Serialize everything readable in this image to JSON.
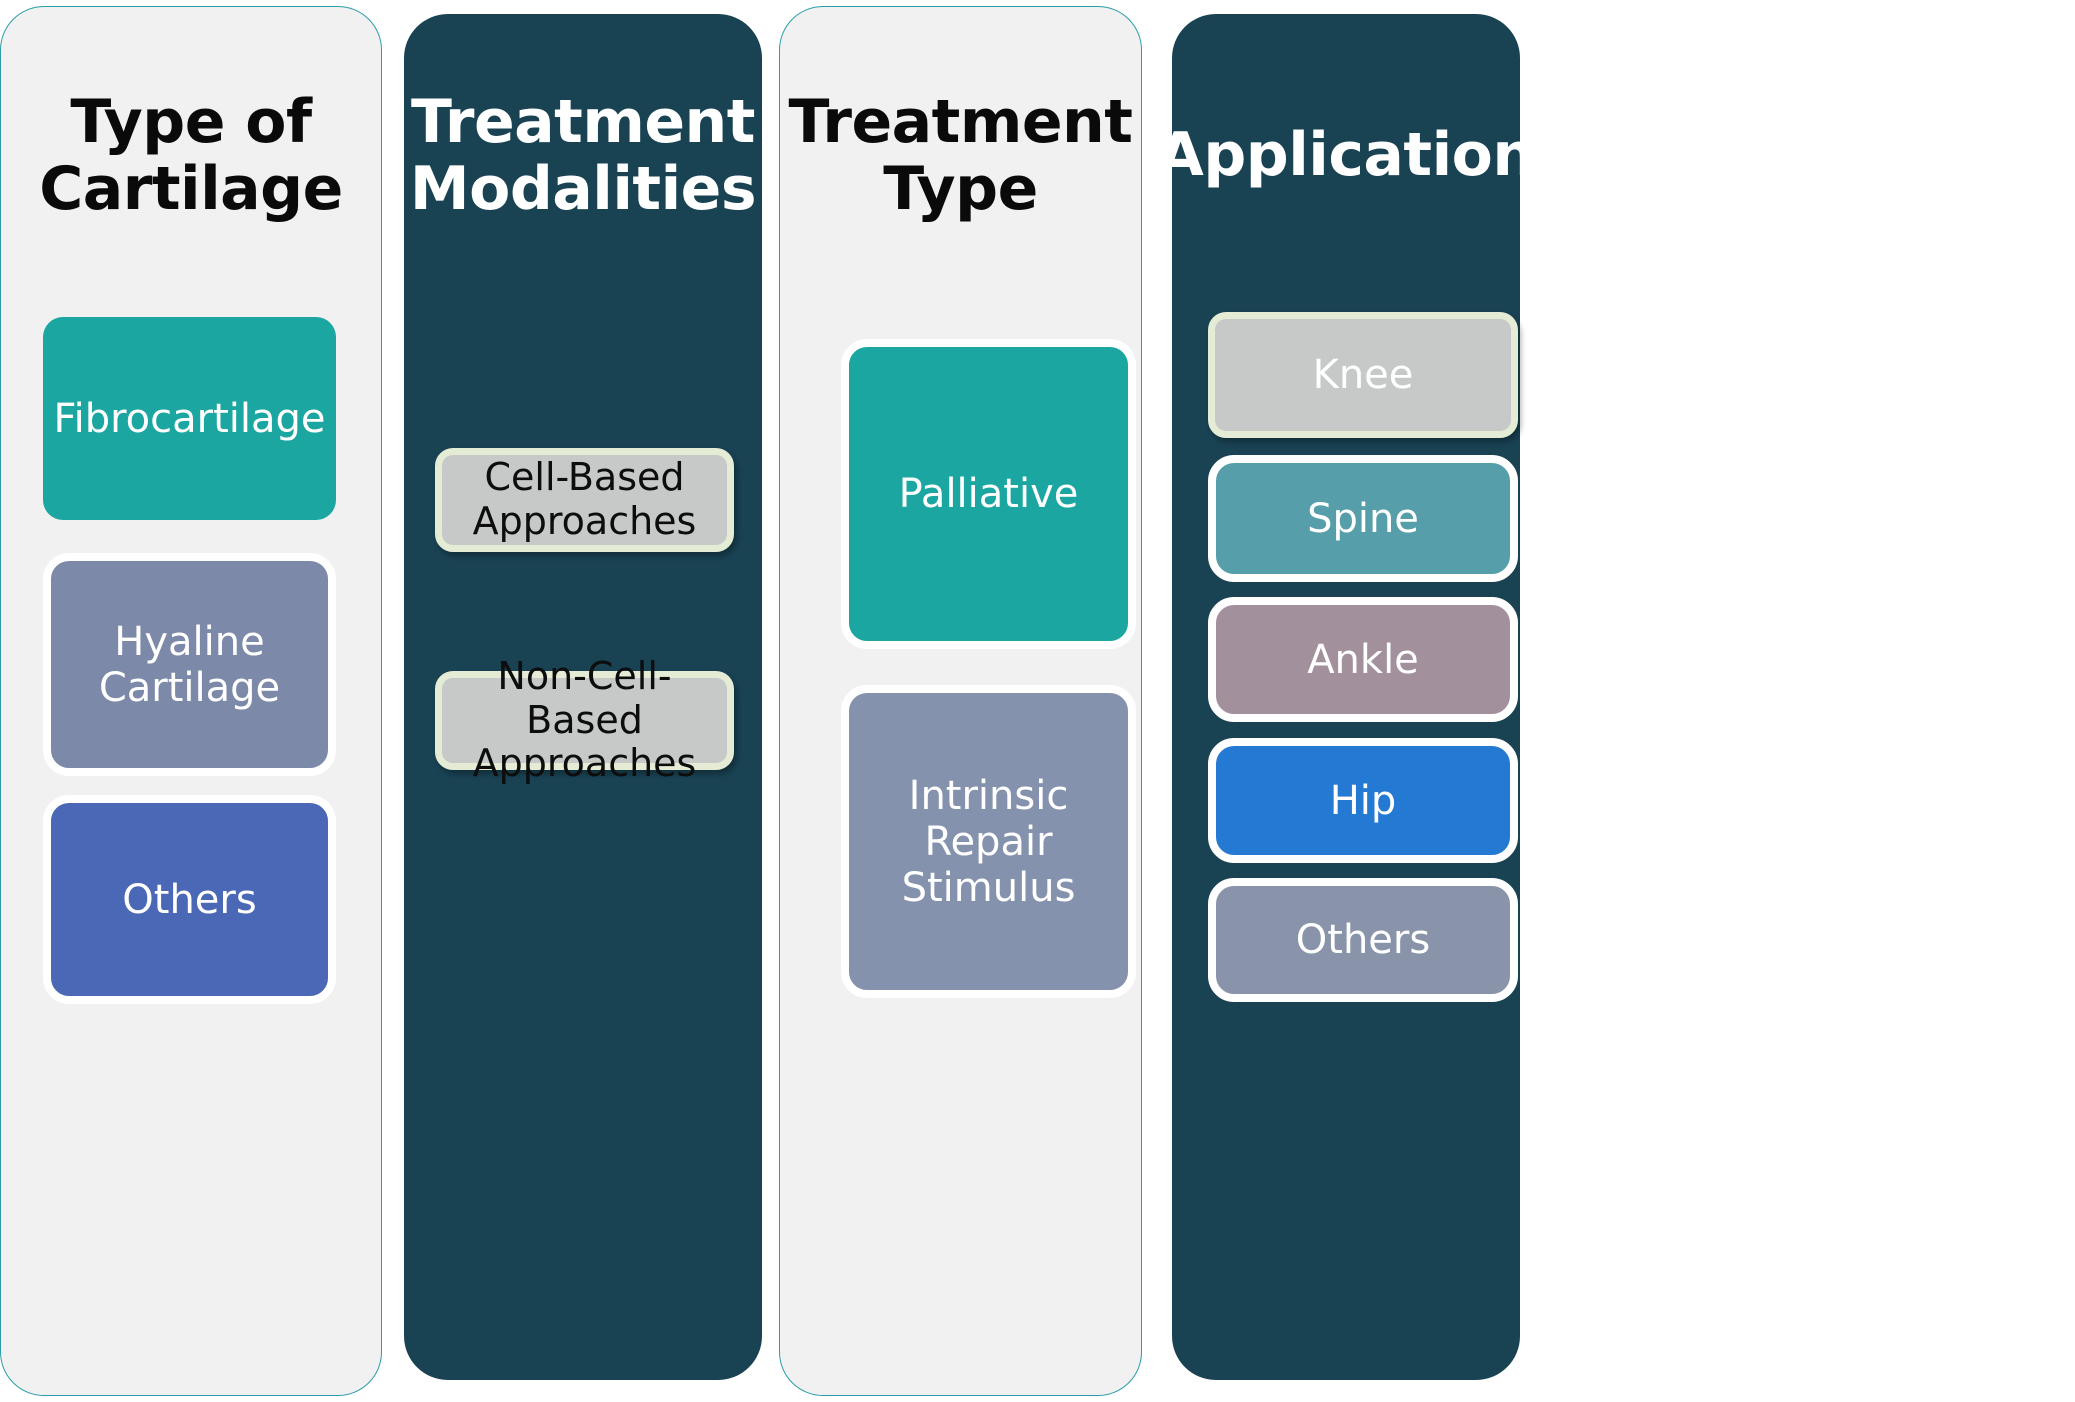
{
  "diagram": {
    "title_colors": {
      "panel_light_bg": "#f1f1f1",
      "panel_light_border": "#2a9da8",
      "panel_dark_bg": "#194253",
      "chip_fill": "#c6c9c8",
      "chip_border": "#e4ecd6",
      "teal": "#1ba6a1",
      "slate_blue": "#7c89a8",
      "indigo": "#4a68b5",
      "steel": "#8592ad",
      "spine_teal": "#569ea9",
      "ankle_mauve": "#a2909c",
      "hip_blue": "#2479d2",
      "others_gray": "#8994ab",
      "white": "#ffffff"
    },
    "columns": [
      {
        "id": "type-of-cartilage",
        "header": "Type of\nCartilage",
        "header_style": "dark-text-on-light",
        "items": [
          {
            "label": "Fibrocartilage",
            "color": "#1ba6a1",
            "style": "solid-no-edge"
          },
          {
            "label": "Hyaline\nCartilage",
            "color": "#7c89a8",
            "style": "solid-white-edge"
          },
          {
            "label": "Others",
            "color": "#4a68b5",
            "style": "solid-white-edge"
          }
        ]
      },
      {
        "id": "treatment-modalities",
        "header": "Treatment\nModalities",
        "header_style": "light-text-on-dark",
        "items": [
          {
            "label": "Cell-Based\nApproaches",
            "color": "#c6c9c8",
            "style": "chip"
          },
          {
            "label": "Non-Cell-Based\nApproaches",
            "color": "#c6c9c8",
            "style": "chip"
          }
        ]
      },
      {
        "id": "treatment-type",
        "header": "Treatment\nType",
        "header_style": "dark-text-on-light",
        "items": [
          {
            "label": "Palliative",
            "color": "#1ba6a1",
            "style": "solid-white-edge"
          },
          {
            "label": "Intrinsic Repair\nStimulus",
            "color": "#8592ad",
            "style": "solid-white-edge"
          }
        ]
      },
      {
        "id": "application",
        "header": "Application",
        "header_style": "light-text-on-dark",
        "items": [
          {
            "label": "Knee",
            "color": "#c6c9c8",
            "style": "chip-white-text"
          },
          {
            "label": "Spine",
            "color": "#569ea9",
            "style": "solid-white-edge"
          },
          {
            "label": "Ankle",
            "color": "#a2909c",
            "style": "solid-white-edge"
          },
          {
            "label": "Hip",
            "color": "#2479d2",
            "style": "solid-white-edge"
          },
          {
            "label": "Others",
            "color": "#8994ab",
            "style": "solid-white-edge"
          }
        ]
      }
    ]
  }
}
